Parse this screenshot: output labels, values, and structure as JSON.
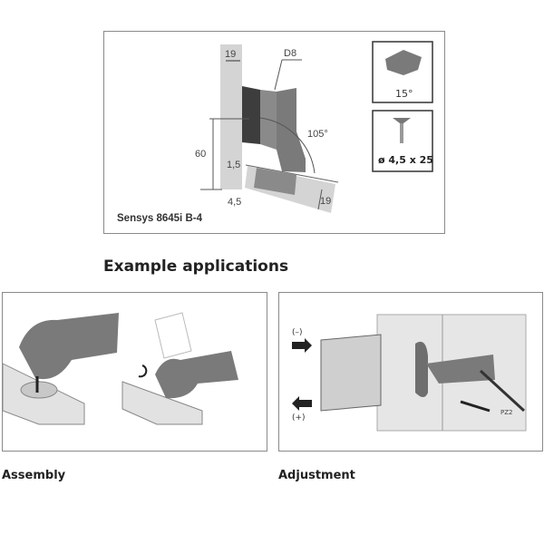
{
  "spec_diagram": {
    "dims": {
      "panel_thickness": "19",
      "boring": "D8",
      "opening_angle": "105°",
      "height": "60",
      "gap": "1,5",
      "offset": "4,5",
      "door_thickness": "19"
    },
    "model_label": "Sensys 8645i B-4",
    "plate_angle": "15°",
    "screw_size": "ø 4,5 x 25"
  },
  "section_heading": "Example applications",
  "applications": [
    {
      "caption": "Assembly"
    },
    {
      "caption": "Adjustment",
      "labels": {
        "minus": "(–)",
        "plus": "(+)",
        "driver": "PZ2"
      }
    }
  ],
  "colors": {
    "panel": "#d4d4d4",
    "hinge": "#7a7a7a",
    "dark": "#3d3d3d",
    "border": "#8a8a8a"
  }
}
